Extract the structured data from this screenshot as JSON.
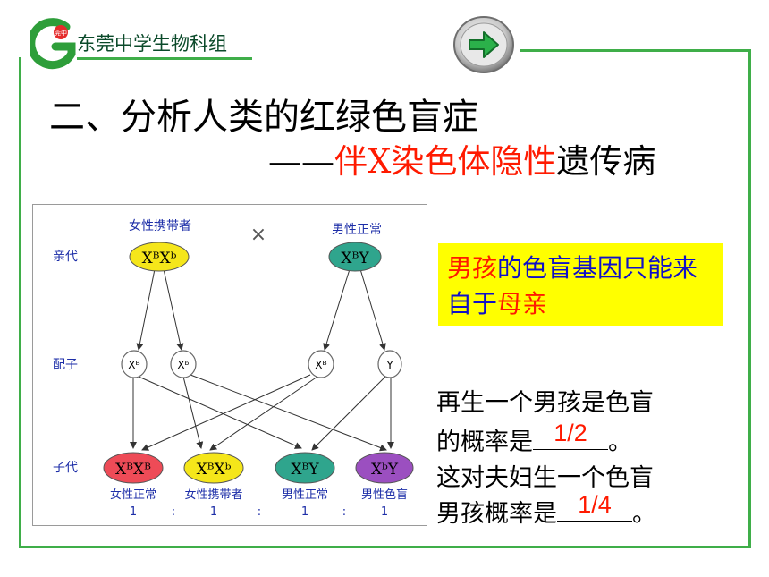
{
  "header": {
    "school_name": "东莞中学生物科组",
    "logo_seal_text": "莞中"
  },
  "title": {
    "main": "二、分析人类的红绿色盲症",
    "dash": "——",
    "highlight": "伴X染色体隐性",
    "suffix": "遗传病"
  },
  "diagram": {
    "row_labels": {
      "parents": "亲代",
      "gametes": "配子",
      "offspring": "子代"
    },
    "cross_symbol": "×",
    "mother": {
      "label": "女性携带者",
      "genotype": "XᴮXᵇ",
      "color": "#f5e61a"
    },
    "father": {
      "label": "男性正常",
      "genotype": "XᴮY",
      "color": "#2fa58d"
    },
    "gametes": [
      "Xᴮ",
      "Xᵇ",
      "Xᴮ",
      "Y"
    ],
    "offspring": [
      {
        "genotype": "XᴮXᴮ",
        "label": "女性正常",
        "ratio": "1",
        "color": "#ee4b57"
      },
      {
        "genotype": "XᴮXᵇ",
        "label": "女性携带者",
        "ratio": "1",
        "color": "#f5e61a"
      },
      {
        "genotype": "XᴮY",
        "label": "男性正常",
        "ratio": "1",
        "color": "#2fa58d"
      },
      {
        "genotype": "XᵇY",
        "label": "男性色盲",
        "ratio": "1",
        "color": "#9b4fc0"
      }
    ],
    "ratio_separator": ":"
  },
  "note": {
    "part1_red": "男孩",
    "part2": "的色盲基因只能来自于",
    "part3_red": "母亲"
  },
  "questions": {
    "q1_line1": "再生一个男孩是色盲",
    "q1_line2_prefix": "的概率是",
    "q1_answer": "1/2",
    "q1_end": "。",
    "q2_line1": "这对夫妇生一个色盲",
    "q2_line2_prefix": "男孩概率是",
    "q2_answer": "1/4",
    "q2_end": "。"
  },
  "colors": {
    "frame": "#3fae49",
    "accent_red": "#ff1a00",
    "note_bg": "#ffff00",
    "note_text": "#1010c8"
  },
  "icons": {
    "next": "green-arrow-right-icon",
    "logo": "school-logo-icon"
  }
}
